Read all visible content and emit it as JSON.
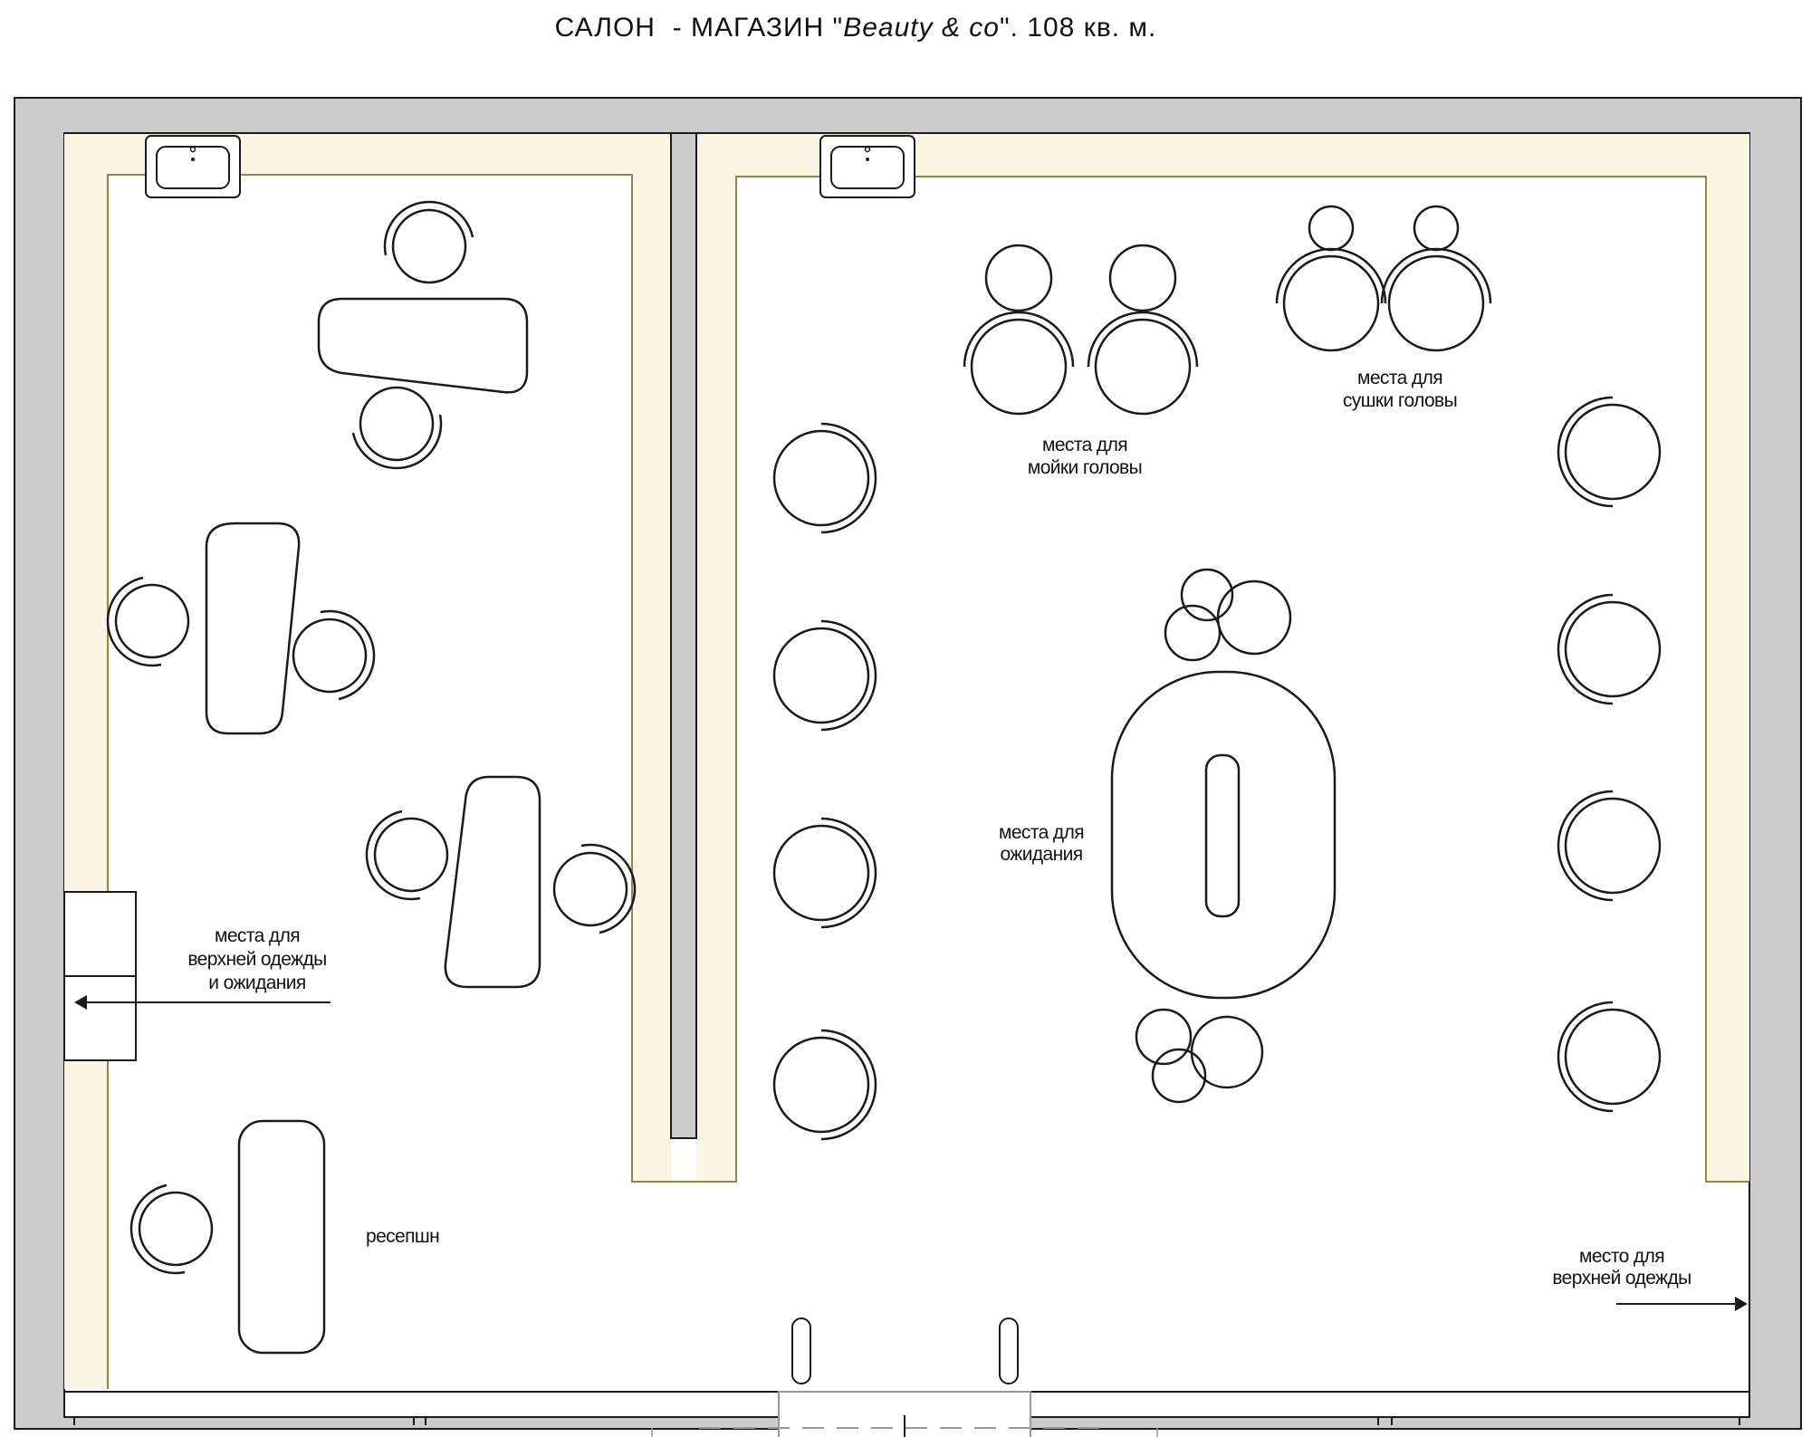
{
  "title": {
    "prefix": "САЛОН  - МАГАЗИН \"",
    "brand": "Beauty & co",
    "suffix": "\". 108 кв. м."
  },
  "labels": {
    "wash_line1": "места для",
    "wash_line2": "мойки головы",
    "dry_line1": "места для",
    "dry_line2": "сушки головы",
    "wait_line1": "места для",
    "wait_line2": "ожидания",
    "coat_wait_line1": "места для",
    "coat_wait_line2": "верхней одежды",
    "coat_wait_line3": "и ожидания",
    "reception": "ресепшн",
    "coat_line1": "место для",
    "coat_line2": "верхней одежды"
  },
  "colors": {
    "wall": "#cccccc",
    "finish": "#fbf5e6",
    "finish_edge": "#8c8a40",
    "line": "#1a1a1a"
  }
}
